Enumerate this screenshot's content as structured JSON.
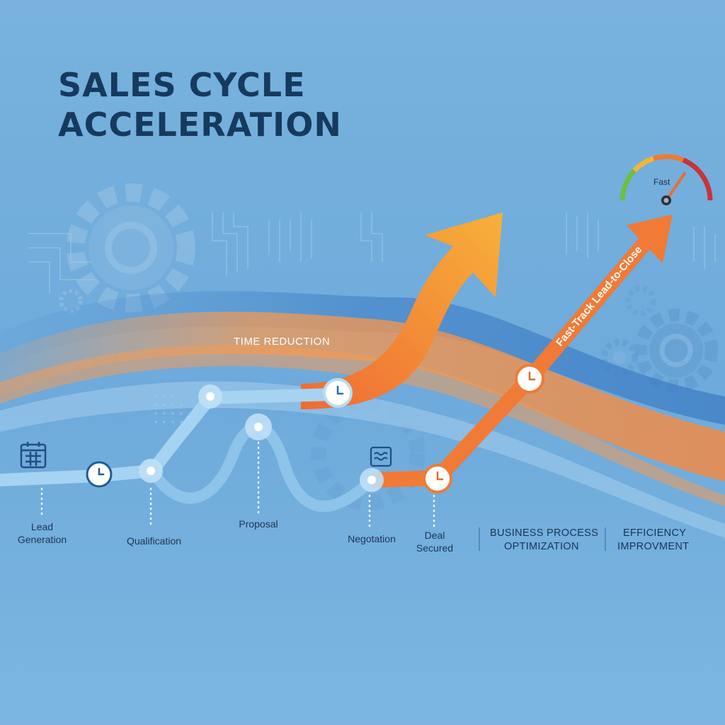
{
  "title": {
    "line1": "SALES CYCLE",
    "line2": "ACCELERATION"
  },
  "annotations": {
    "time_reduction": "TIME REDUCTION",
    "fast_track": "Fast-Track Lead-to-Close",
    "gauge_label": "Fast"
  },
  "stages": [
    {
      "line1": "Lead",
      "line2": "Generation"
    },
    {
      "line1": "Qualification",
      "line2": ""
    },
    {
      "line1": "Proposal",
      "line2": ""
    },
    {
      "line1": "Negotation",
      "line2": ""
    },
    {
      "line1": "Deal",
      "line2": "Secured"
    }
  ],
  "benefits": [
    {
      "line1": "BUSINESS PROCESS",
      "line2": "OPTIMIZATION"
    },
    {
      "line1": "EFFICIENCY",
      "line2": "IMPROVMENT"
    }
  ],
  "colors": {
    "background": "#7db6e0",
    "title": "#163a5e",
    "orange": "#f07a36",
    "orange_light": "#f6a93b",
    "path_blue": "#9fd0f0",
    "node_white": "#ffffff"
  },
  "icons": [
    "calendar-icon",
    "clock-icon",
    "document-icon",
    "gear-icon",
    "speedometer-icon"
  ]
}
